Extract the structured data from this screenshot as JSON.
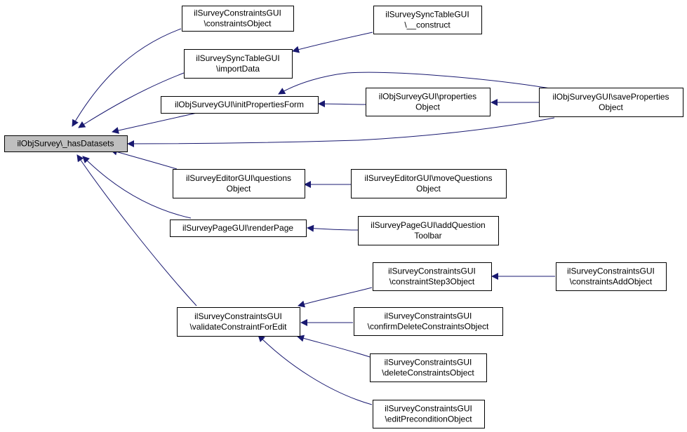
{
  "colors": {
    "root_fill": "#bfbfbf",
    "node_fill": "#ffffff",
    "border": "#000000",
    "edge": "#191970"
  },
  "nodes": {
    "root": {
      "lines": [
        "ilObjSurvey\\_hasDatasets"
      ]
    },
    "cons_obj": {
      "lines": [
        "ilSurveyConstraintsGUI",
        "\\constraintsObject"
      ]
    },
    "sync_imp": {
      "lines": [
        "ilSurveySyncTableGUI",
        "\\importData"
      ]
    },
    "sync_con": {
      "lines": [
        "ilSurveySyncTableGUI",
        "\\__construct"
      ]
    },
    "init_pf": {
      "lines": [
        "ilObjSurveyGUI\\initPropertiesForm"
      ]
    },
    "prop_obj": {
      "lines": [
        "ilObjSurveyGUI\\properties",
        "Object"
      ]
    },
    "save_pro": {
      "lines": [
        "ilObjSurveyGUI\\saveProperties",
        "Object"
      ]
    },
    "quest": {
      "lines": [
        "ilSurveyEditorGUI\\questions",
        "Object"
      ]
    },
    "move_q": {
      "lines": [
        "ilSurveyEditorGUI\\moveQuestions",
        "Object"
      ]
    },
    "render": {
      "lines": [
        "ilSurveyPageGUI\\renderPage"
      ]
    },
    "addq": {
      "lines": [
        "ilSurveyPageGUI\\addQuestion",
        "Toolbar"
      ]
    },
    "validate": {
      "lines": [
        "ilSurveyConstraintsGUI",
        "\\validateConstraintForEdit"
      ]
    },
    "step3": {
      "lines": [
        "ilSurveyConstraintsGUI",
        "\\constraintStep3Object"
      ]
    },
    "cons_add": {
      "lines": [
        "ilSurveyConstraintsGUI",
        "\\constraintsAddObject"
      ]
    },
    "conf_del": {
      "lines": [
        "ilSurveyConstraintsGUI",
        "\\confirmDeleteConstraintsObject"
      ]
    },
    "del_cons": {
      "lines": [
        "ilSurveyConstraintsGUI",
        "\\deleteConstraintsObject"
      ]
    },
    "edit_pre": {
      "lines": [
        "ilSurveyConstraintsGUI",
        "\\editPreconditionObject"
      ]
    }
  },
  "edges": [
    {
      "from": "cons_obj",
      "to": "root"
    },
    {
      "from": "sync_imp",
      "to": "root"
    },
    {
      "from": "sync_con",
      "to": "sync_imp"
    },
    {
      "from": "init_pf",
      "to": "root"
    },
    {
      "from": "prop_obj",
      "to": "init_pf"
    },
    {
      "from": "save_pro",
      "to": "init_pf"
    },
    {
      "from": "save_pro",
      "to": "prop_obj"
    },
    {
      "from": "save_pro",
      "to": "root"
    },
    {
      "from": "quest",
      "to": "root"
    },
    {
      "from": "move_q",
      "to": "quest"
    },
    {
      "from": "render",
      "to": "root"
    },
    {
      "from": "addq",
      "to": "render"
    },
    {
      "from": "validate",
      "to": "root"
    },
    {
      "from": "step3",
      "to": "validate"
    },
    {
      "from": "cons_add",
      "to": "step3"
    },
    {
      "from": "conf_del",
      "to": "validate"
    },
    {
      "from": "del_cons",
      "to": "validate"
    },
    {
      "from": "edit_pre",
      "to": "validate"
    }
  ]
}
